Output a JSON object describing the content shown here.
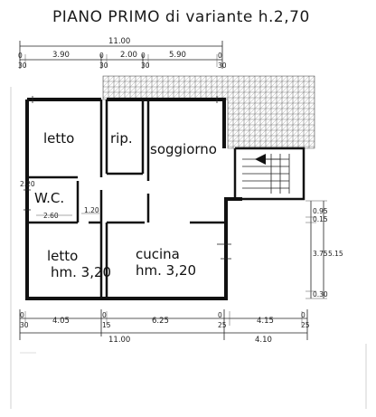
{
  "title": "PIANO   PRIMO di variante h.2,70",
  "rooms": {
    "letto_top": "letto",
    "rip": "rip.",
    "soggiorno": "soggiorno",
    "wc": "W.C.",
    "letto_bottom": "letto",
    "letto_bottom_height": "hm. 3,20",
    "cucina": "cucina",
    "cucina_height": "hm. 3,20"
  },
  "dims_top": {
    "total": "11.00",
    "seg1": "3.90",
    "seg2": "2.00",
    "seg3": "5.90",
    "wall_a": "30",
    "wall_b": "30",
    "wall_c": "30",
    "wall_d": "30",
    "zero_a": "0",
    "zero_b": "0",
    "zero_c": "0",
    "zero_d": "0"
  },
  "dims_inner": {
    "wc_depth": "2.20",
    "wc_width": "2.60",
    "corridor": "1.20"
  },
  "dims_right": {
    "d1": "0.95",
    "d2": "0.15",
    "d3": "3.75",
    "d4": "0.30",
    "total": "5.15"
  },
  "dims_bottom": {
    "seg1": "4.05",
    "seg2": "6.25",
    "seg3": "4.15",
    "wall_a": "30",
    "wall_b": "15",
    "wall_c": "25",
    "wall_d": "25",
    "zero_a": "0",
    "zero_b": "0",
    "zero_c": "0",
    "zero_d": "0",
    "total_main": "11.00",
    "total_ext": "4.10"
  }
}
